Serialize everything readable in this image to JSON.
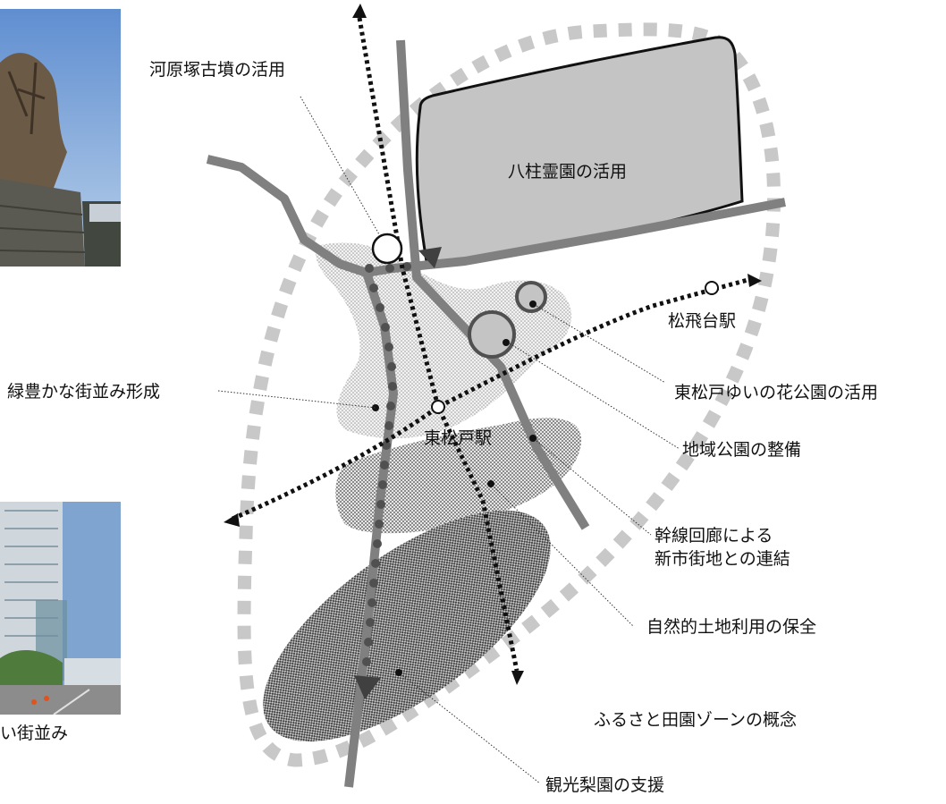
{
  "labels": {
    "kawarazuka": "河原塚古墳の活用",
    "yahashira": "八柱霊園の活用",
    "matsuhidai": "松飛台駅",
    "yuinohana": "東松戸ゆいの花公園の活用",
    "midori": "緑豊かな街並み形成",
    "higashimatsudo": "東松戸駅",
    "chiiki": "地域公園の整備",
    "kansen_line1": "幹線回廊による",
    "kansen_line2": "新市街地との連結",
    "shizen": "自然的土地利用の保全",
    "furusato": "ふるさと田園ゾーンの概念",
    "kanko": "観光梨園の支援",
    "photo_caption_partial": "い街並み"
  },
  "photos": [
    {
      "subject": "tree-on-stone-wall-photo"
    },
    {
      "subject": "high-rise-street-photo"
    }
  ]
}
